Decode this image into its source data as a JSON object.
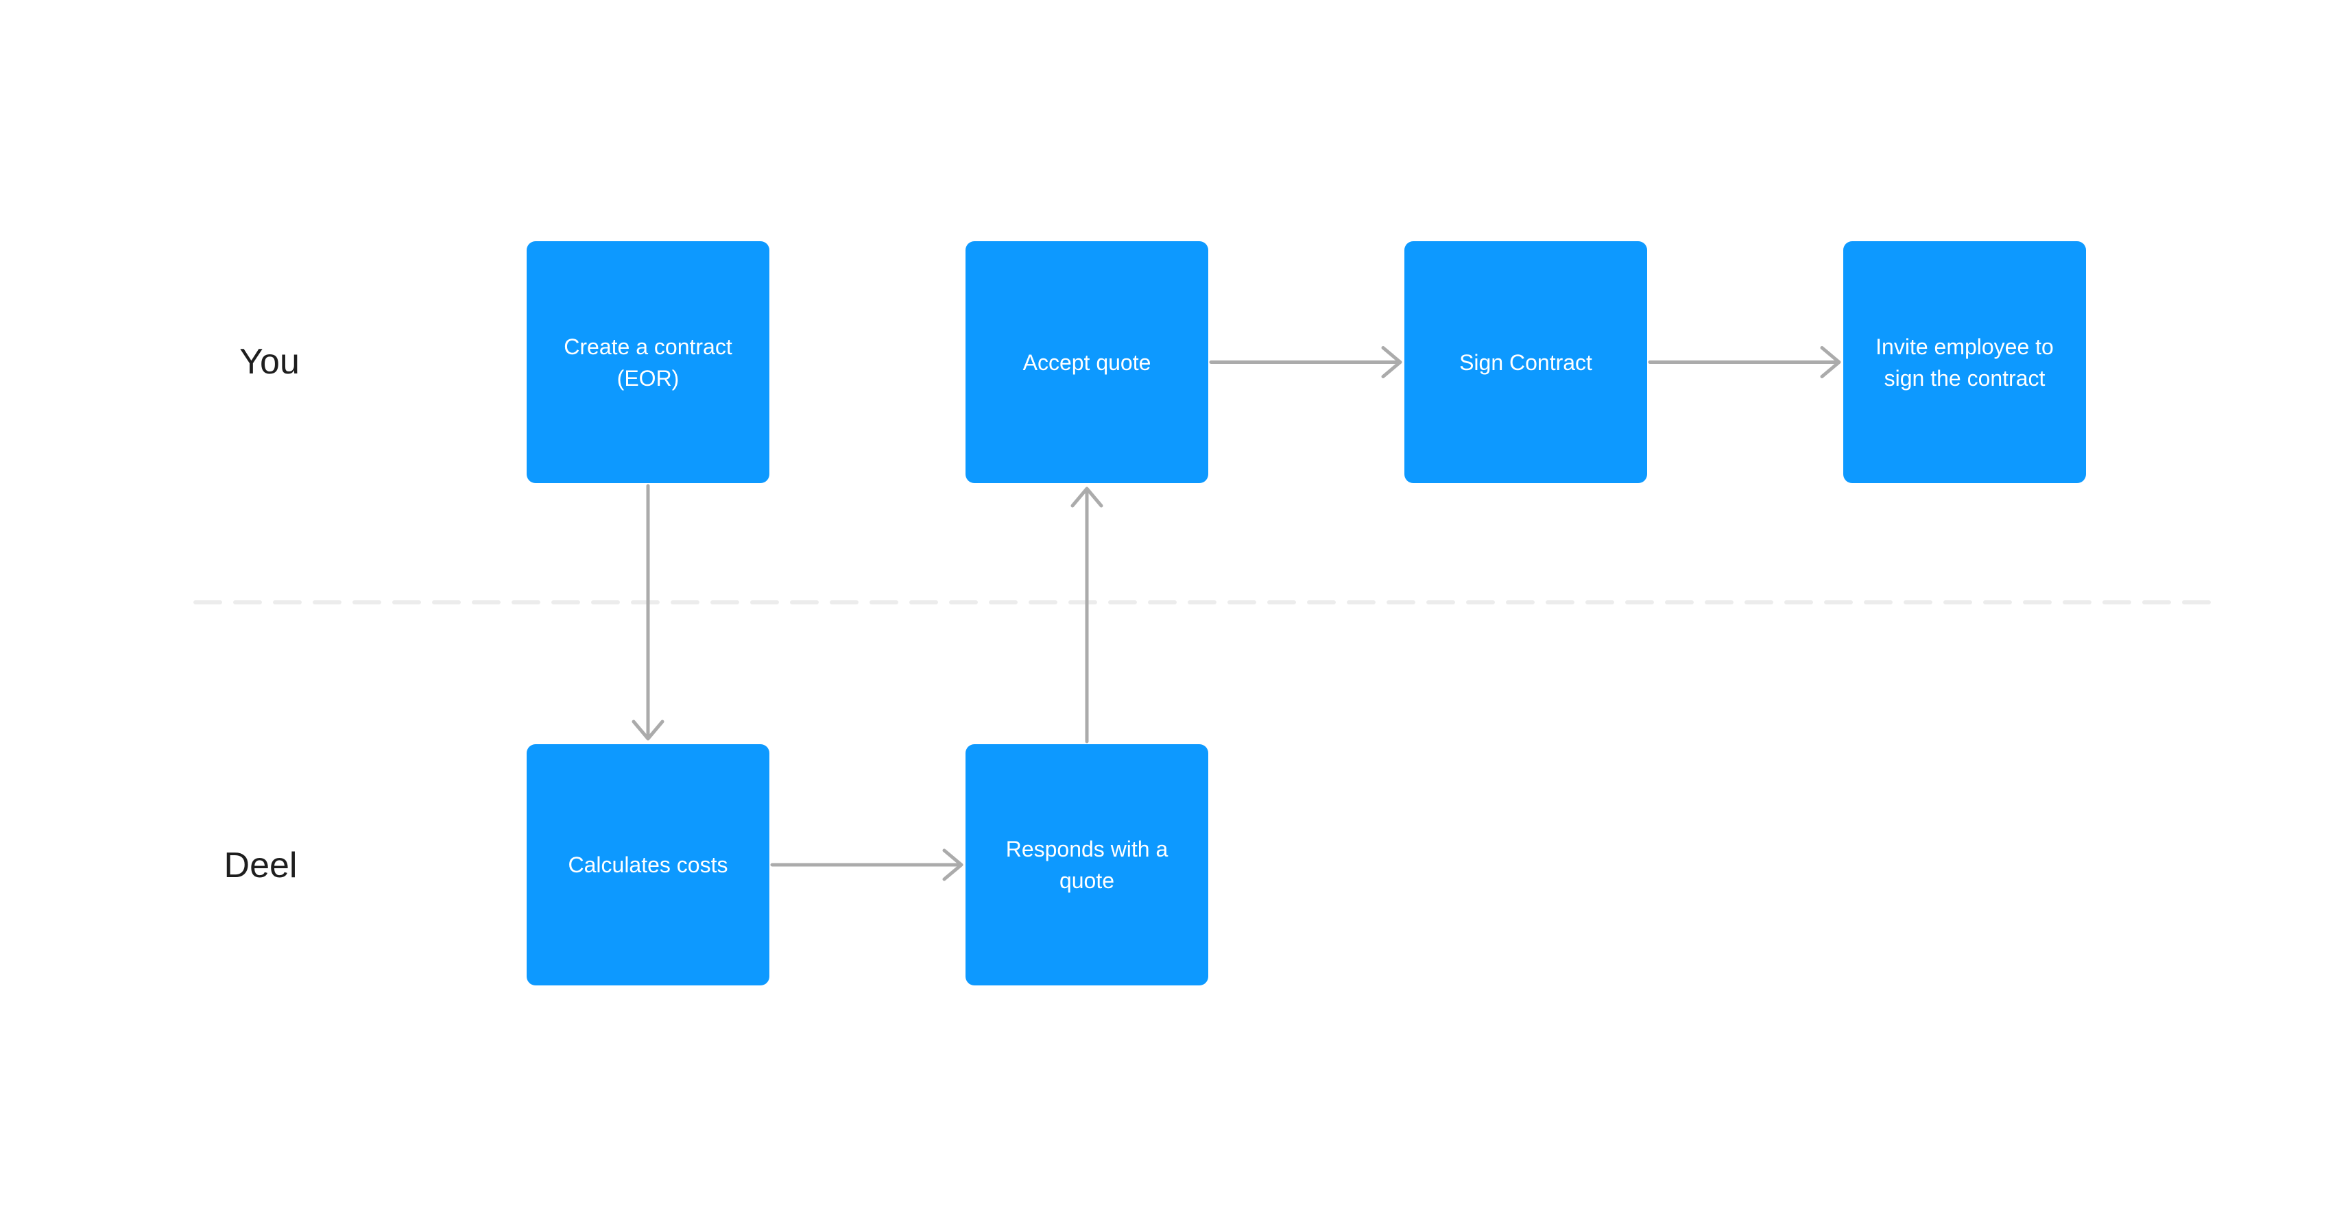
{
  "lanes": [
    {
      "id": "you",
      "label": "You"
    },
    {
      "id": "deel",
      "label": "Deel"
    }
  ],
  "nodes": [
    {
      "id": "create-contract-eor",
      "label": "Create a contract (EOR)",
      "lane": "you"
    },
    {
      "id": "accept-quote",
      "label": "Accept quote",
      "lane": "you"
    },
    {
      "id": "sign-contract",
      "label": "Sign Contract",
      "lane": "you"
    },
    {
      "id": "invite-employee-sign-contract",
      "label": "Invite employee to sign the contract",
      "lane": "you"
    },
    {
      "id": "calculates-costs",
      "label": "Calculates costs",
      "lane": "deel"
    },
    {
      "id": "responds-with-quote",
      "label": "Responds with a quote",
      "lane": "deel"
    }
  ],
  "edges": [
    {
      "from": "create-contract-eor",
      "to": "calculates-costs"
    },
    {
      "from": "calculates-costs",
      "to": "responds-with-quote"
    },
    {
      "from": "responds-with-quote",
      "to": "accept-quote"
    },
    {
      "from": "accept-quote",
      "to": "sign-contract"
    },
    {
      "from": "sign-contract",
      "to": "invite-employee-sign-contract"
    }
  ],
  "colors": {
    "node_fill": "#0D99FF",
    "node_text": "#FFFFFF",
    "arrow": "#ABABAB",
    "divider": "#ECECEC",
    "label_text": "#1E1E1E",
    "background": "#FFFFFF"
  }
}
